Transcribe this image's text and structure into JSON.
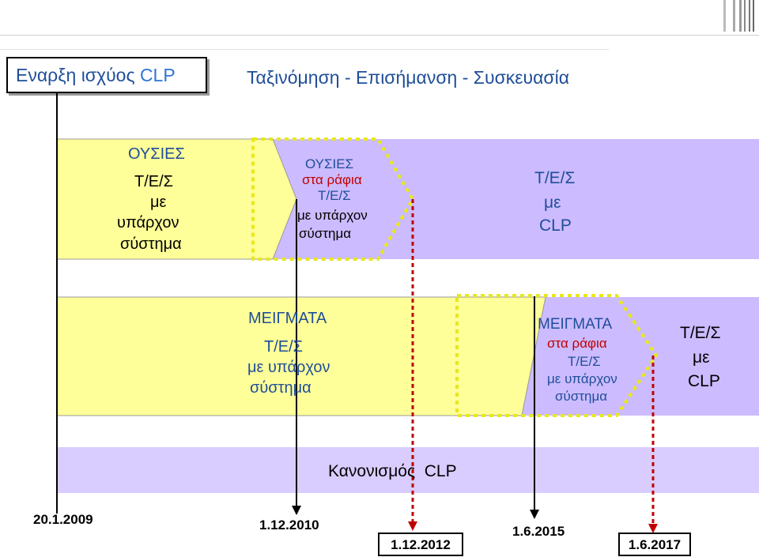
{
  "header": {
    "left_title": "Εναρξη ισχύος ",
    "left_title_accent": "CLP",
    "main_title": "Ταξινόμηση - Επισήμανση - Συσκευασία"
  },
  "substances": {
    "block1": [
      "ΟΥΣΙΕΣ",
      "Τ/Ε/Σ",
      "με",
      "υπάρχον",
      "σύστημα"
    ],
    "block2": {
      "line1": "ΟΥΣΙΕΣ",
      "line2": "στα ράφια",
      "line3": "Τ/Ε/Σ",
      "line4": "με υπάρχον",
      "line5": "σύστημα"
    },
    "block3": [
      "Τ/Ε/Σ",
      "με",
      "CLP"
    ]
  },
  "mixtures": {
    "block1": [
      "ΜΕΙΓΜΑΤΑ",
      "Τ/Ε/Σ",
      "με υπάρχον",
      "σύστημα"
    ],
    "block2": {
      "line1": "ΜΕΙΓΜΑΤΑ",
      "line2": "στα ράφια",
      "line3": "Τ/Ε/Σ",
      "line4": "με υπάρχον",
      "line5": "σύστημα"
    },
    "block3": [
      "Τ/Ε/Σ",
      "με",
      "CLP"
    ]
  },
  "regulation": "Κανονισμός  CLP",
  "dates": {
    "d1": "20.1.2009",
    "d2": "1.12.2010",
    "d3": "1.12.2012",
    "d4": "1.6.2015",
    "d5": "1.6.2017"
  },
  "colors": {
    "yellow": "#FFFF99",
    "lavender": "#CCBBFF",
    "lavender_light": "#D9CCFF",
    "blue_text": "#1F4E99",
    "red_text": "#C00000",
    "dashed_yellow": "#E8E81A",
    "dashed_red": "#C00000"
  }
}
